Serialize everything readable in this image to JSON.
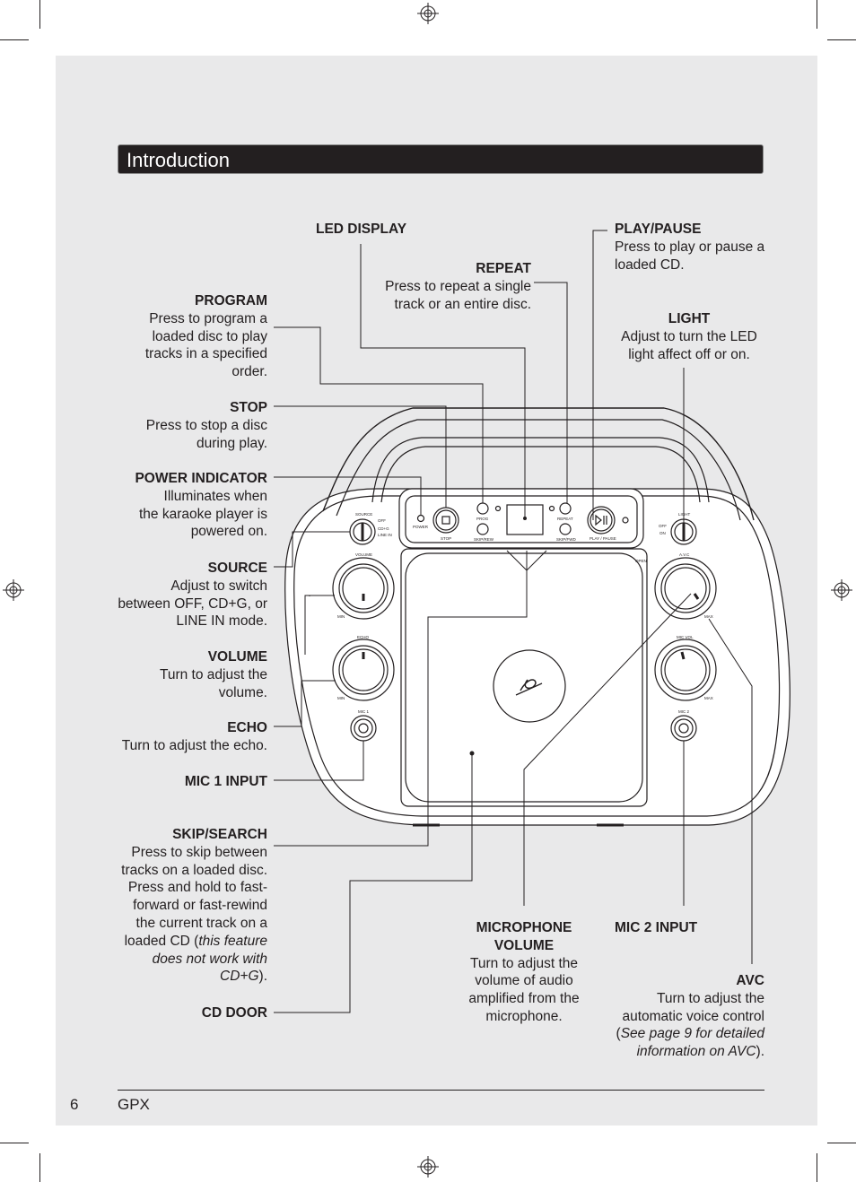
{
  "title": "Introduction",
  "footer": {
    "page_number": "6",
    "brand": "GPX"
  },
  "callouts": {
    "led_display": {
      "heading": "LED DISPLAY"
    },
    "play_pause": {
      "heading": "PLAY/PAUSE",
      "lines": [
        "Press to play or pause a",
        "loaded CD."
      ]
    },
    "repeat": {
      "heading": "REPEAT",
      "lines": [
        "Press to repeat a single",
        "track or an entire disc."
      ]
    },
    "program": {
      "heading": "PROGRAM",
      "lines": [
        "Press to program a",
        "loaded disc to play",
        "tracks in a specified",
        "order."
      ]
    },
    "light": {
      "heading": "LIGHT",
      "lines": [
        "Adjust to turn the LED",
        "light affect off or on."
      ]
    },
    "stop": {
      "heading": "STOP",
      "lines": [
        "Press to stop a disc",
        "during play."
      ]
    },
    "power_indicator": {
      "heading": "POWER INDICATOR",
      "lines": [
        "Illuminates when",
        "the karaoke player is",
        "powered on."
      ]
    },
    "source": {
      "heading": "SOURCE",
      "lines": [
        "Adjust to switch",
        "between OFF, CD+G, or",
        "LINE IN mode."
      ]
    },
    "volume": {
      "heading": "VOLUME",
      "lines": [
        "Turn to adjust the",
        "volume."
      ]
    },
    "echo": {
      "heading": "ECHO",
      "lines": [
        "Turn to adjust the echo."
      ]
    },
    "mic1": {
      "heading": "MIC 1 INPUT"
    },
    "skip_search": {
      "heading": "SKIP/SEARCH",
      "lines": [
        "Press to skip between",
        "tracks on a loaded disc.",
        "Press and hold to fast-",
        "forward or fast-rewind",
        "the current track on a"
      ],
      "line6_pre": "loaded CD (",
      "line6_it": "this feature",
      "line7_it": "does not work with",
      "line8_it": "CD+G",
      "line8_post": ")."
    },
    "cd_door": {
      "heading": "CD DOOR"
    },
    "mic_volume": {
      "heading1": "MICROPHONE",
      "heading2": "VOLUME",
      "lines": [
        "Turn to adjust the",
        "volume of audio",
        "amplified from the",
        "microphone."
      ]
    },
    "mic2": {
      "heading": "MIC 2 INPUT"
    },
    "avc": {
      "heading": "AVC",
      "lines": [
        "Turn to adjust the",
        "automatic voice control"
      ],
      "line3_pre": "(",
      "line3_it": "See page 9 for detailed",
      "line4_it": "information on AVC",
      "line4_post": ")."
    }
  },
  "device_labels": {
    "source": "SOURCE",
    "off": "OFF",
    "cdg": "CD+G",
    "linein": "LINE IN",
    "power": "POWER",
    "stop": "STOP",
    "prog": "PROG",
    "skip_rew": "SKIP/REW",
    "repeat": "REPEAT",
    "skip_fwd": "SKIP/FWD",
    "play_pause": "PLAY / PAUSE",
    "light": "LIGHT",
    "light_off": "OFF",
    "light_on": "ON",
    "volume": "VOLUME",
    "echo": "ECHO",
    "min": "MIN",
    "max": "MAX",
    "avc": "A.V.C",
    "mic_vol": "MIC VOL",
    "mic1": "MIC 1",
    "mic2": "MIC 2",
    "open": "OPEN"
  }
}
